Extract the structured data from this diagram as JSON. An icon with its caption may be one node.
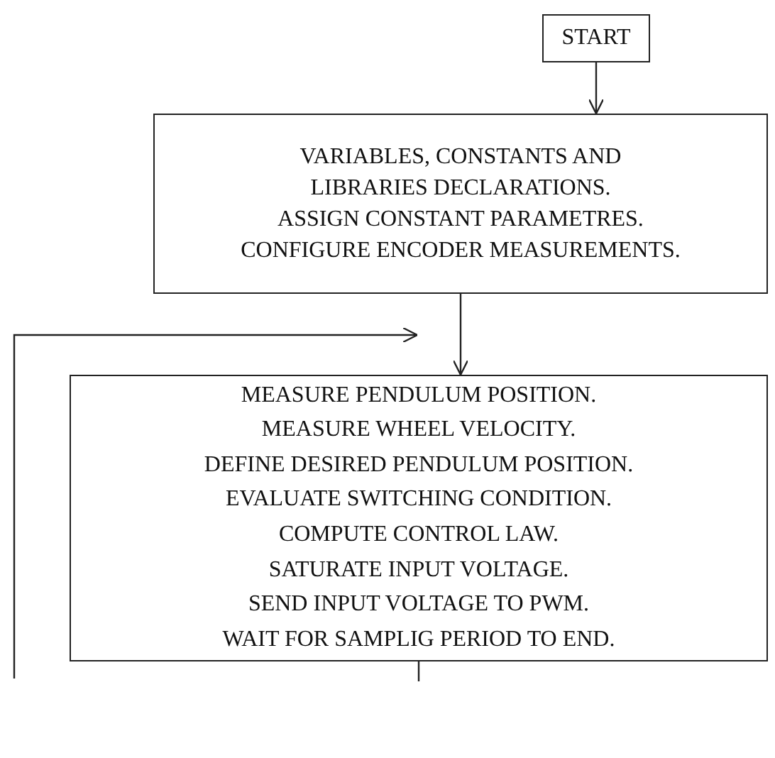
{
  "diagram": {
    "nodes": [
      {
        "text": [
          "START"
        ]
      },
      {
        "text": [
          "VARIABLES, CONSTANTS AND LIBRARIES DECLARATIONS.",
          "ASSIGN CONSTANT PARAMETRES.",
          "CONFIGURE ENCODER MEASUREMENTS."
        ]
      },
      {
        "text": [
          "MEASURE PENDULUM POSITION.",
          "MEASURE WHEEL VELOCITY.",
          "DEFINE DESIRED PENDULUM POSITION.",
          "EVALUATE SWITCHING CONDITION.",
          "COMPUTE CONTROL LAW.",
          "SATURATE INPUT VOLTAGE.",
          "SEND INPUT VOLTAGE TO PWM.",
          "WAIT FOR SAMPLIG PERIOD TO END."
        ]
      }
    ],
    "edges": [
      {
        "from": 0,
        "to": 1,
        "arrow": "to"
      },
      {
        "from": 1,
        "to": 2,
        "arrow": "to"
      },
      {
        "from": null,
        "to": 2,
        "arrow": "to"
      },
      {
        "from": 2,
        "to": null,
        "arrow": "none"
      }
    ]
  }
}
